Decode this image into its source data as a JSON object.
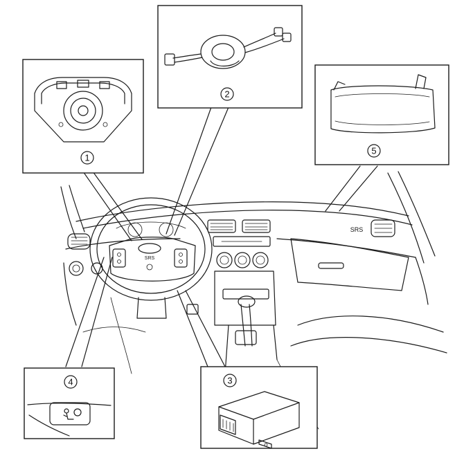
{
  "callouts": [
    {
      "number": "1",
      "component": "driver-airbag-module"
    },
    {
      "number": "2",
      "component": "clock-spring"
    },
    {
      "number": "3",
      "component": "airbag-control-module"
    },
    {
      "number": "4",
      "component": "airbag-warning-lamp"
    },
    {
      "number": "5",
      "component": "passenger-airbag-module"
    }
  ],
  "labels": {
    "dash_srs": "SRS",
    "wheel_srs": "SRS"
  },
  "colors": {
    "ink": "#1a1a1a",
    "background": "#ffffff"
  }
}
